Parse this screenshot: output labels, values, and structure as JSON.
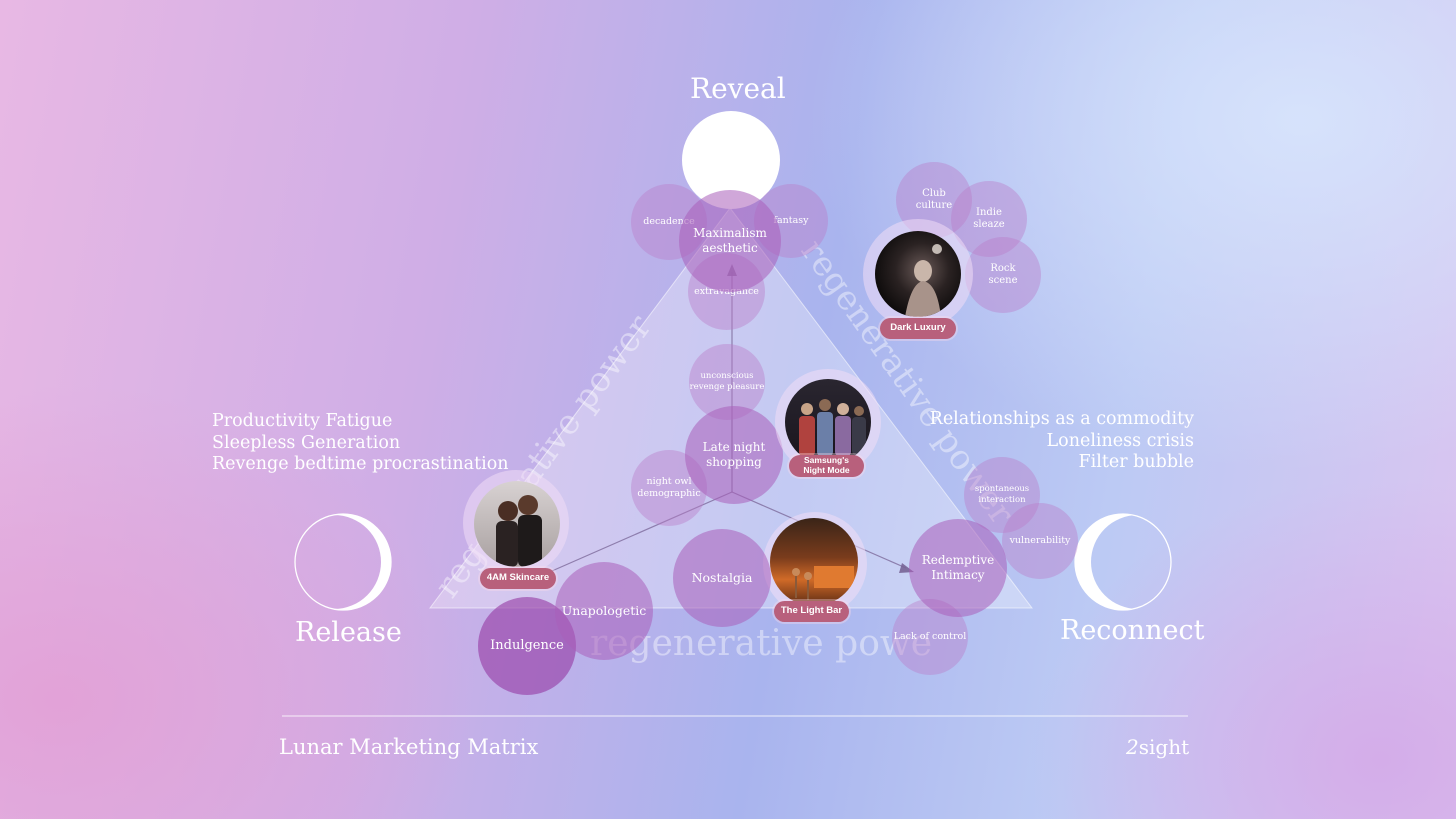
{
  "labels": {
    "reveal": "Reveal",
    "release": "Release",
    "reconnect": "Reconnect",
    "edge_text": "regenerative power"
  },
  "left_list": [
    "Productivity Fatigue",
    "Sleepless Generation",
    "Revenge bedtime procrastination"
  ],
  "right_list": [
    "Relationships as a commodity",
    "Loneliness crisis",
    "Filter bubble"
  ],
  "bubbles": {
    "decadence": "decadence",
    "maximalism": [
      "Maximalism",
      "aesthetic"
    ],
    "fantasy": "fantasy",
    "extravagance": "extravagance",
    "unconscious": [
      "unconscious",
      "revenge pleasure"
    ],
    "late_night": [
      "Late night",
      "shopping"
    ],
    "night_owl": [
      "night owl",
      "demographic"
    ],
    "club": [
      "Club",
      "culture"
    ],
    "indie": [
      "Indie",
      "sleaze"
    ],
    "rock": [
      "Rock",
      "scene"
    ],
    "spontaneous": [
      "spontaneous",
      "interaction"
    ],
    "vulnerability": "vulnerability",
    "redemptive": [
      "Redemptive",
      "Intimacy"
    ],
    "lack_control": "Lack of control",
    "nostalgia": "Nostalgia",
    "unapologetic": "Unapologetic",
    "indulgence": "Indulgence"
  },
  "tags": {
    "dark_luxury": "Dark Luxury",
    "samsung": [
      "Samsung's",
      "Night Mode"
    ],
    "skincare": "4AM Skincare",
    "light_bar": "The Light Bar"
  },
  "footer": {
    "title": "Lunar Marketing Matrix",
    "logo_mark": "2",
    "logo_text": "sight"
  },
  "colors": {
    "tag_bg": "#b8607c",
    "bubble_purple": "#9a4fb0"
  }
}
